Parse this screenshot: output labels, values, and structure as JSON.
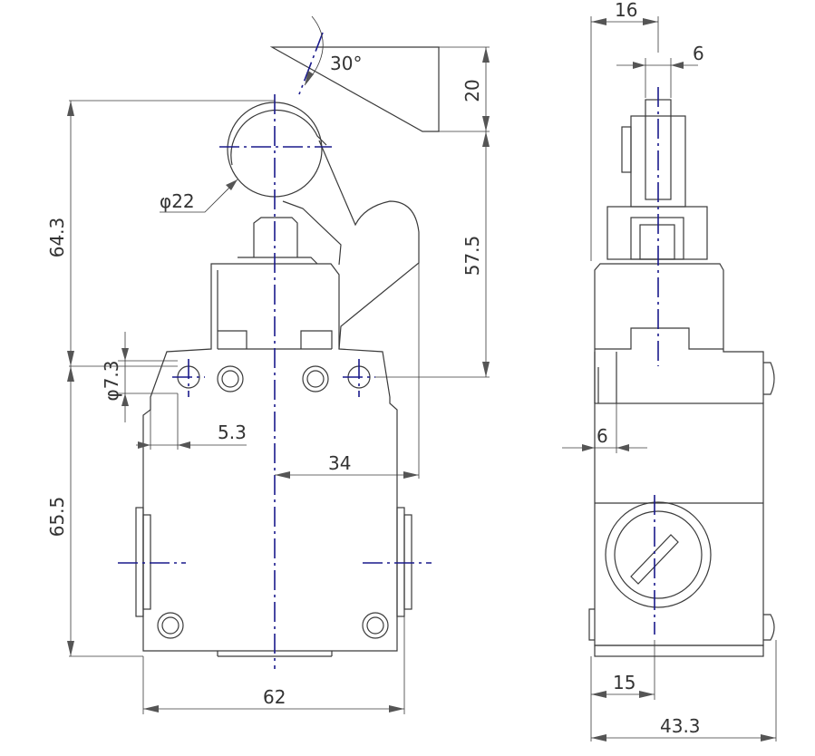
{
  "colors": {
    "outline": "#3a3a3a",
    "centerline": "#1a1a8c",
    "background": "#ffffff"
  },
  "front_view": {
    "dims": {
      "angle": "30°",
      "lever_drop": "20",
      "roller_diameter": "φ22",
      "overall_top": "64.3",
      "roller_to_mount": "57.5",
      "hole_diameter": "φ7.3",
      "hole_offset": "5.3",
      "lever_offset": "34",
      "body_height": "65.5",
      "width": "62"
    }
  },
  "side_view": {
    "dims": {
      "top_width": "16",
      "roller_width": "6",
      "flange": "6",
      "gland_offset": "15",
      "depth": "43.3"
    }
  }
}
